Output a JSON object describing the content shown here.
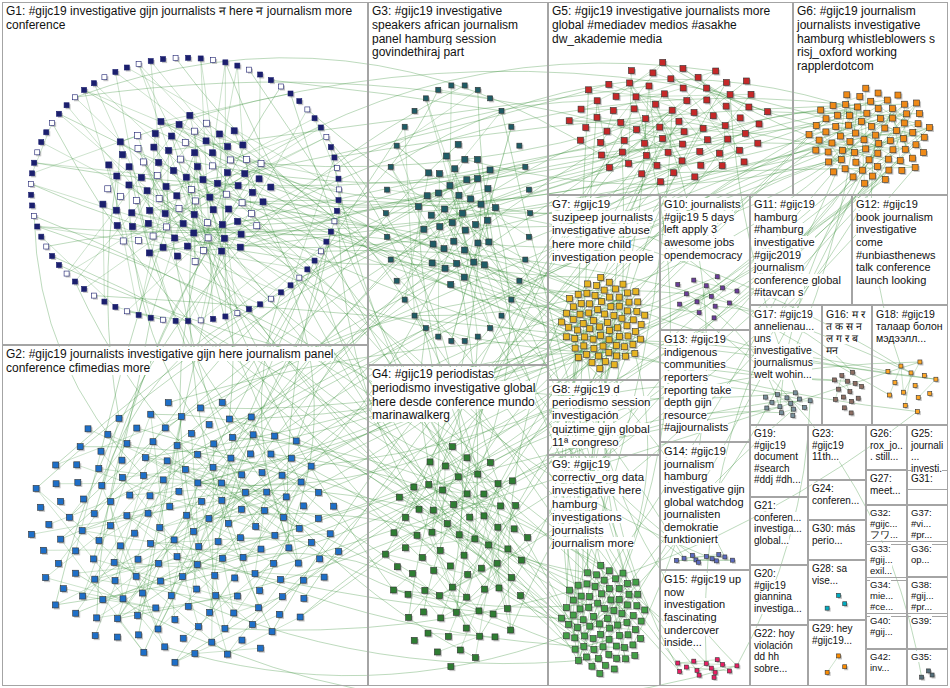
{
  "diagram": {
    "nodes": [
      {
        "text": [
          "G1: #gijc19 investigative gijn journalists न here न journalism more conference"
        ]
      },
      {
        "text": [
          "G2: #gijc19 journalists investigative gijn here journalism panel conference cfimedias more"
        ]
      },
      {
        "text": [
          "G3: #gijc19 investigative speakers african journalism panel hamburg session govindethiraj part"
        ]
      },
      {
        "text": [
          "G4: #gijc19 periodistas periodismo investigative global here desde conference mundo marinawalkerg"
        ]
      },
      {
        "text": [
          "G5: #gijc19 investigative journalists more global #mediadev medios #asakhe dw_akademie media"
        ]
      },
      {
        "text": [
          "G6: #gijc19 journalism journalists investigative hamburg whistleblowers s risj_oxford working rapplerdotcom"
        ]
      },
      {
        "text": [
          "G7: #gijc19 suzipeep journalists investigative abuse here more child investigation people"
        ]
      },
      {
        "text": [
          "G8: #gijc19 d periodismo session investigación quiztime gijn global 11ª congreso"
        ]
      },
      {
        "text": [
          "G9: #gijc19 correctiv_org data investigative here hamburg investigations journalists journalism more"
        ]
      },
      {
        "text": [
          "G10: journalists #gijc19 5 days left apply 3 awesome jobs opendemocracy"
        ]
      },
      {
        "text": [
          "G11: #gijc19 hamburg #hamburg investigative #gijc2019 journalism conference global #itavcan s"
        ]
      },
      {
        "text": [
          "G12: #gijc19 book journalism investigative come #unbiasthenews talk conference launch looking"
        ]
      },
      {
        "text": [
          "G13: #gijc19 indigenous communities reporters reporting take depth gijn resource #ajjournalists"
        ]
      },
      {
        "text": [
          "G14: #gijc19 journalism hamburg investigative gijn global watchdog journalisten demokratie funktioniert"
        ]
      },
      {
        "text": [
          "G15: #gijc19 up now investigation fascinating undercover inside..."
        ]
      },
      {
        "text": [
          "G16: म र त क स न ल ग र ब मन"
        ]
      },
      {
        "text": [
          "G17: #gijc19 annelienau... uns investigative journalismus welt wohin..."
        ]
      },
      {
        "text": [
          "G18: #gijc19 талаар болон мэдээлл..."
        ]
      },
      {
        "text": [
          "G19: #gijc19 document #search #ddj #dh..."
        ]
      },
      {
        "text": [
          "G20: #gijc19 giannina investiga..."
        ]
      },
      {
        "text": [
          "G21: conferen... investiga... global..."
        ]
      },
      {
        "text": [
          "G22: hoy violación dd hh sobre..."
        ]
      },
      {
        "text": [
          "G23: #gijc19 11th..."
        ]
      },
      {
        "text": [
          "G24: conferen..."
        ]
      },
      {
        "text": [
          "G25: journali... investi..."
        ]
      },
      {
        "text": [
          "G26: rox_jo... still..."
        ]
      },
      {
        "text": [
          "G27: meet..."
        ]
      },
      {
        "text": [
          "G28: sa vise..."
        ]
      },
      {
        "text": [
          "G29: hey #gijc19..."
        ]
      },
      {
        "text": [
          "G30: más perio..."
        ]
      },
      {
        "text": [
          "G31:"
        ]
      },
      {
        "text": [
          "G32: #gijc... フワ..."
        ]
      },
      {
        "text": [
          "G33: #gij... exil..."
        ]
      },
      {
        "text": [
          "G34: mie... #ce..."
        ]
      },
      {
        "text": [
          "G35:"
        ]
      },
      {
        "text": [
          "G36: op..."
        ]
      },
      {
        "text": [
          "G37: #vi... #pr..."
        ]
      },
      {
        "text": [
          "G38: #gij... #pr..."
        ]
      },
      {
        "text": [
          "G39:"
        ]
      },
      {
        "text": [
          "G40: #gij..."
        ]
      },
      {
        "text": [
          "G42: inv..."
        ]
      }
    ]
  }
}
